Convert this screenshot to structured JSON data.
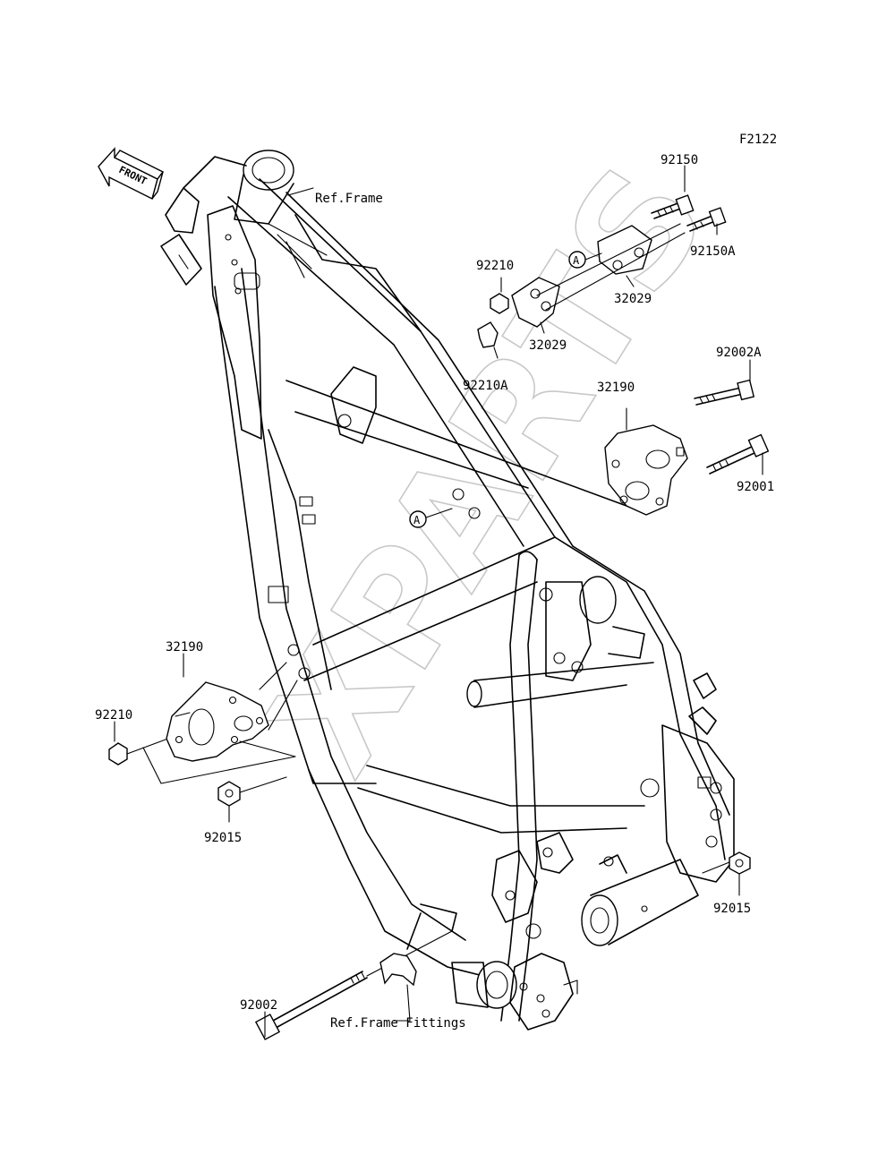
{
  "figure_code": "F2122",
  "front_arrow_label": "FRONT",
  "watermark": "XPARTS",
  "ref_labels": {
    "frame": "Ref.Frame",
    "frame_fittings": "Ref.Frame Fittings"
  },
  "callout_a": "A",
  "parts": {
    "p92150": "92150",
    "p92150A": "92150A",
    "p92210_top": "92210",
    "p32029_a": "32029",
    "p32029_b": "32029",
    "p92210A": "92210A",
    "p92002A": "92002A",
    "p32190_right": "32190",
    "p92001": "92001",
    "p32190_left": "32190",
    "p92210_left": "92210",
    "p92015_left": "92015",
    "p92015_right": "92015",
    "p92002": "92002"
  }
}
